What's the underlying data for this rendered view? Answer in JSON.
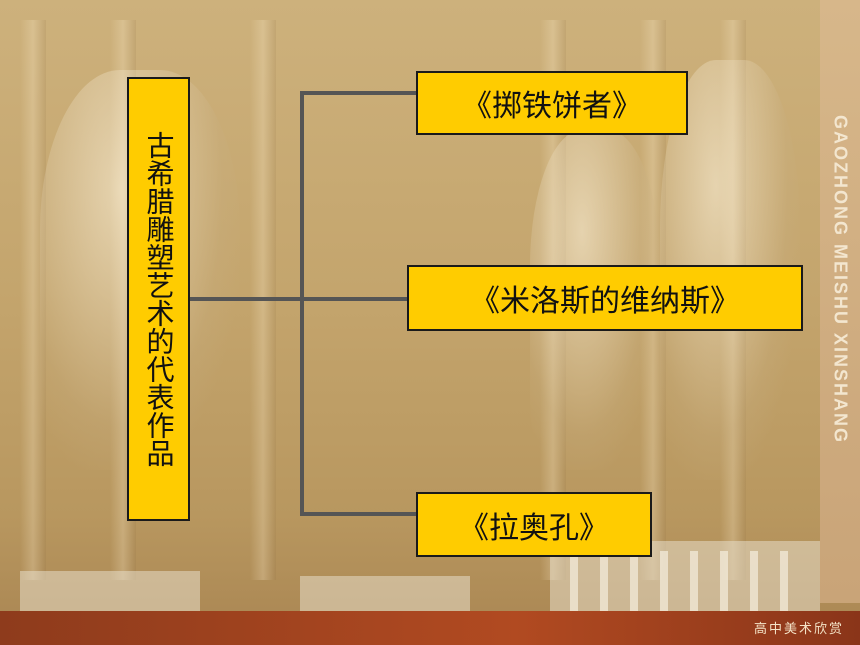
{
  "diagram": {
    "root": {
      "label": "古希腊雕塑艺术的代表作品"
    },
    "children": [
      {
        "label": "《掷铁饼者》"
      },
      {
        "label": "《米洛斯的维纳斯》"
      },
      {
        "label": "《拉奥孔》"
      }
    ]
  },
  "branding": {
    "side_text": "GAOZHONG MEISHU XINSHANG",
    "footer": "高中美术欣赏"
  },
  "colors": {
    "box_fill": "#ffcc00",
    "connector": "#555555",
    "footer_bar": "#a5431e"
  }
}
